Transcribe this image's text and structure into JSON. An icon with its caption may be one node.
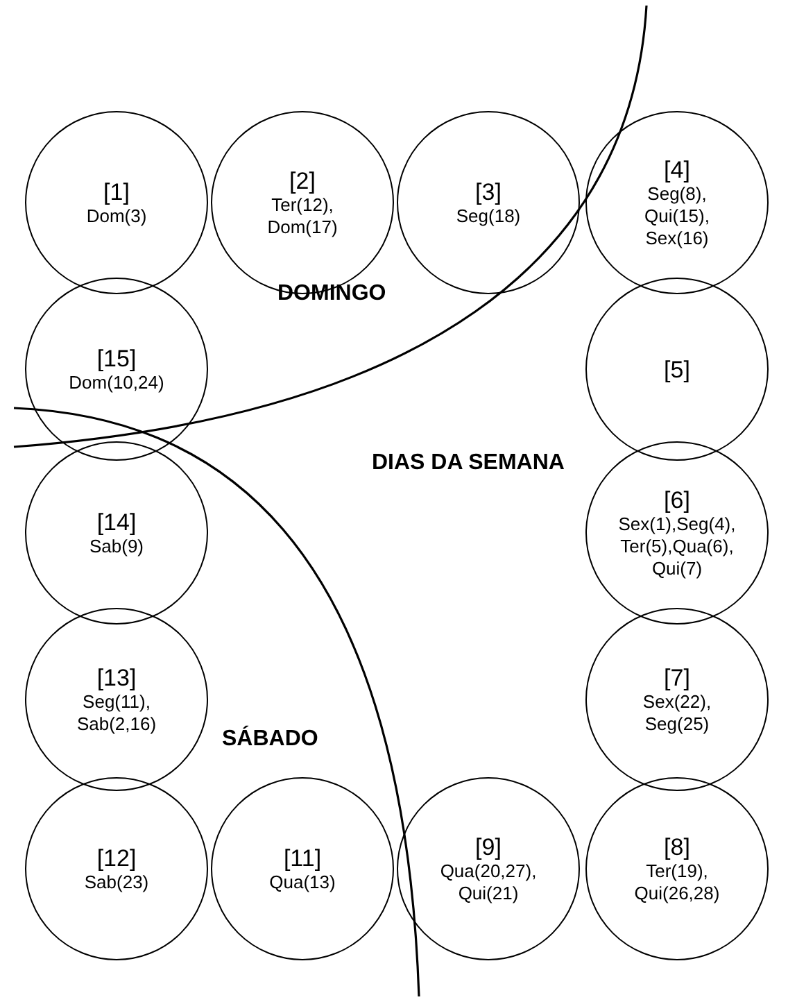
{
  "diagram": {
    "nodes": [
      {
        "text": [
          "[1]",
          "Dom(3)"
        ]
      },
      {
        "text": [
          "[2]",
          "Ter(12), Dom(17)"
        ]
      },
      {
        "text": [
          "[3]",
          "Seg(18)"
        ]
      },
      {
        "text": [
          "[4]",
          "Seg(8), Qui(15), Sex(16)"
        ]
      },
      {
        "text": [
          "[15]",
          "Dom(10,24)"
        ]
      },
      {
        "text": [
          "[5]"
        ]
      },
      {
        "text": [
          "[14]",
          "Sab(9)"
        ]
      },
      {
        "text": [
          "[6]",
          "Sex(1),Seg(4), Ter(5),Qua(6), Qui(7)"
        ]
      },
      {
        "text": [
          "[13]",
          "Seg(11), Sab(2,16)"
        ]
      },
      {
        "text": [
          "[7]",
          "Sex(22), Seg(25)"
        ]
      },
      {
        "text": [
          "[12]",
          "Sab(23)"
        ]
      },
      {
        "text": [
          "[11]",
          "Qua(13)"
        ]
      },
      {
        "text": [
          "[9]",
          "Qua(20,27), Qui(21)"
        ]
      },
      {
        "text": [
          "[8]",
          "Ter(19), Qui(26,28)"
        ]
      }
    ],
    "labels": [
      "DOMINGO",
      "DIAS DA SEMANA",
      "SÁBADO"
    ]
  }
}
